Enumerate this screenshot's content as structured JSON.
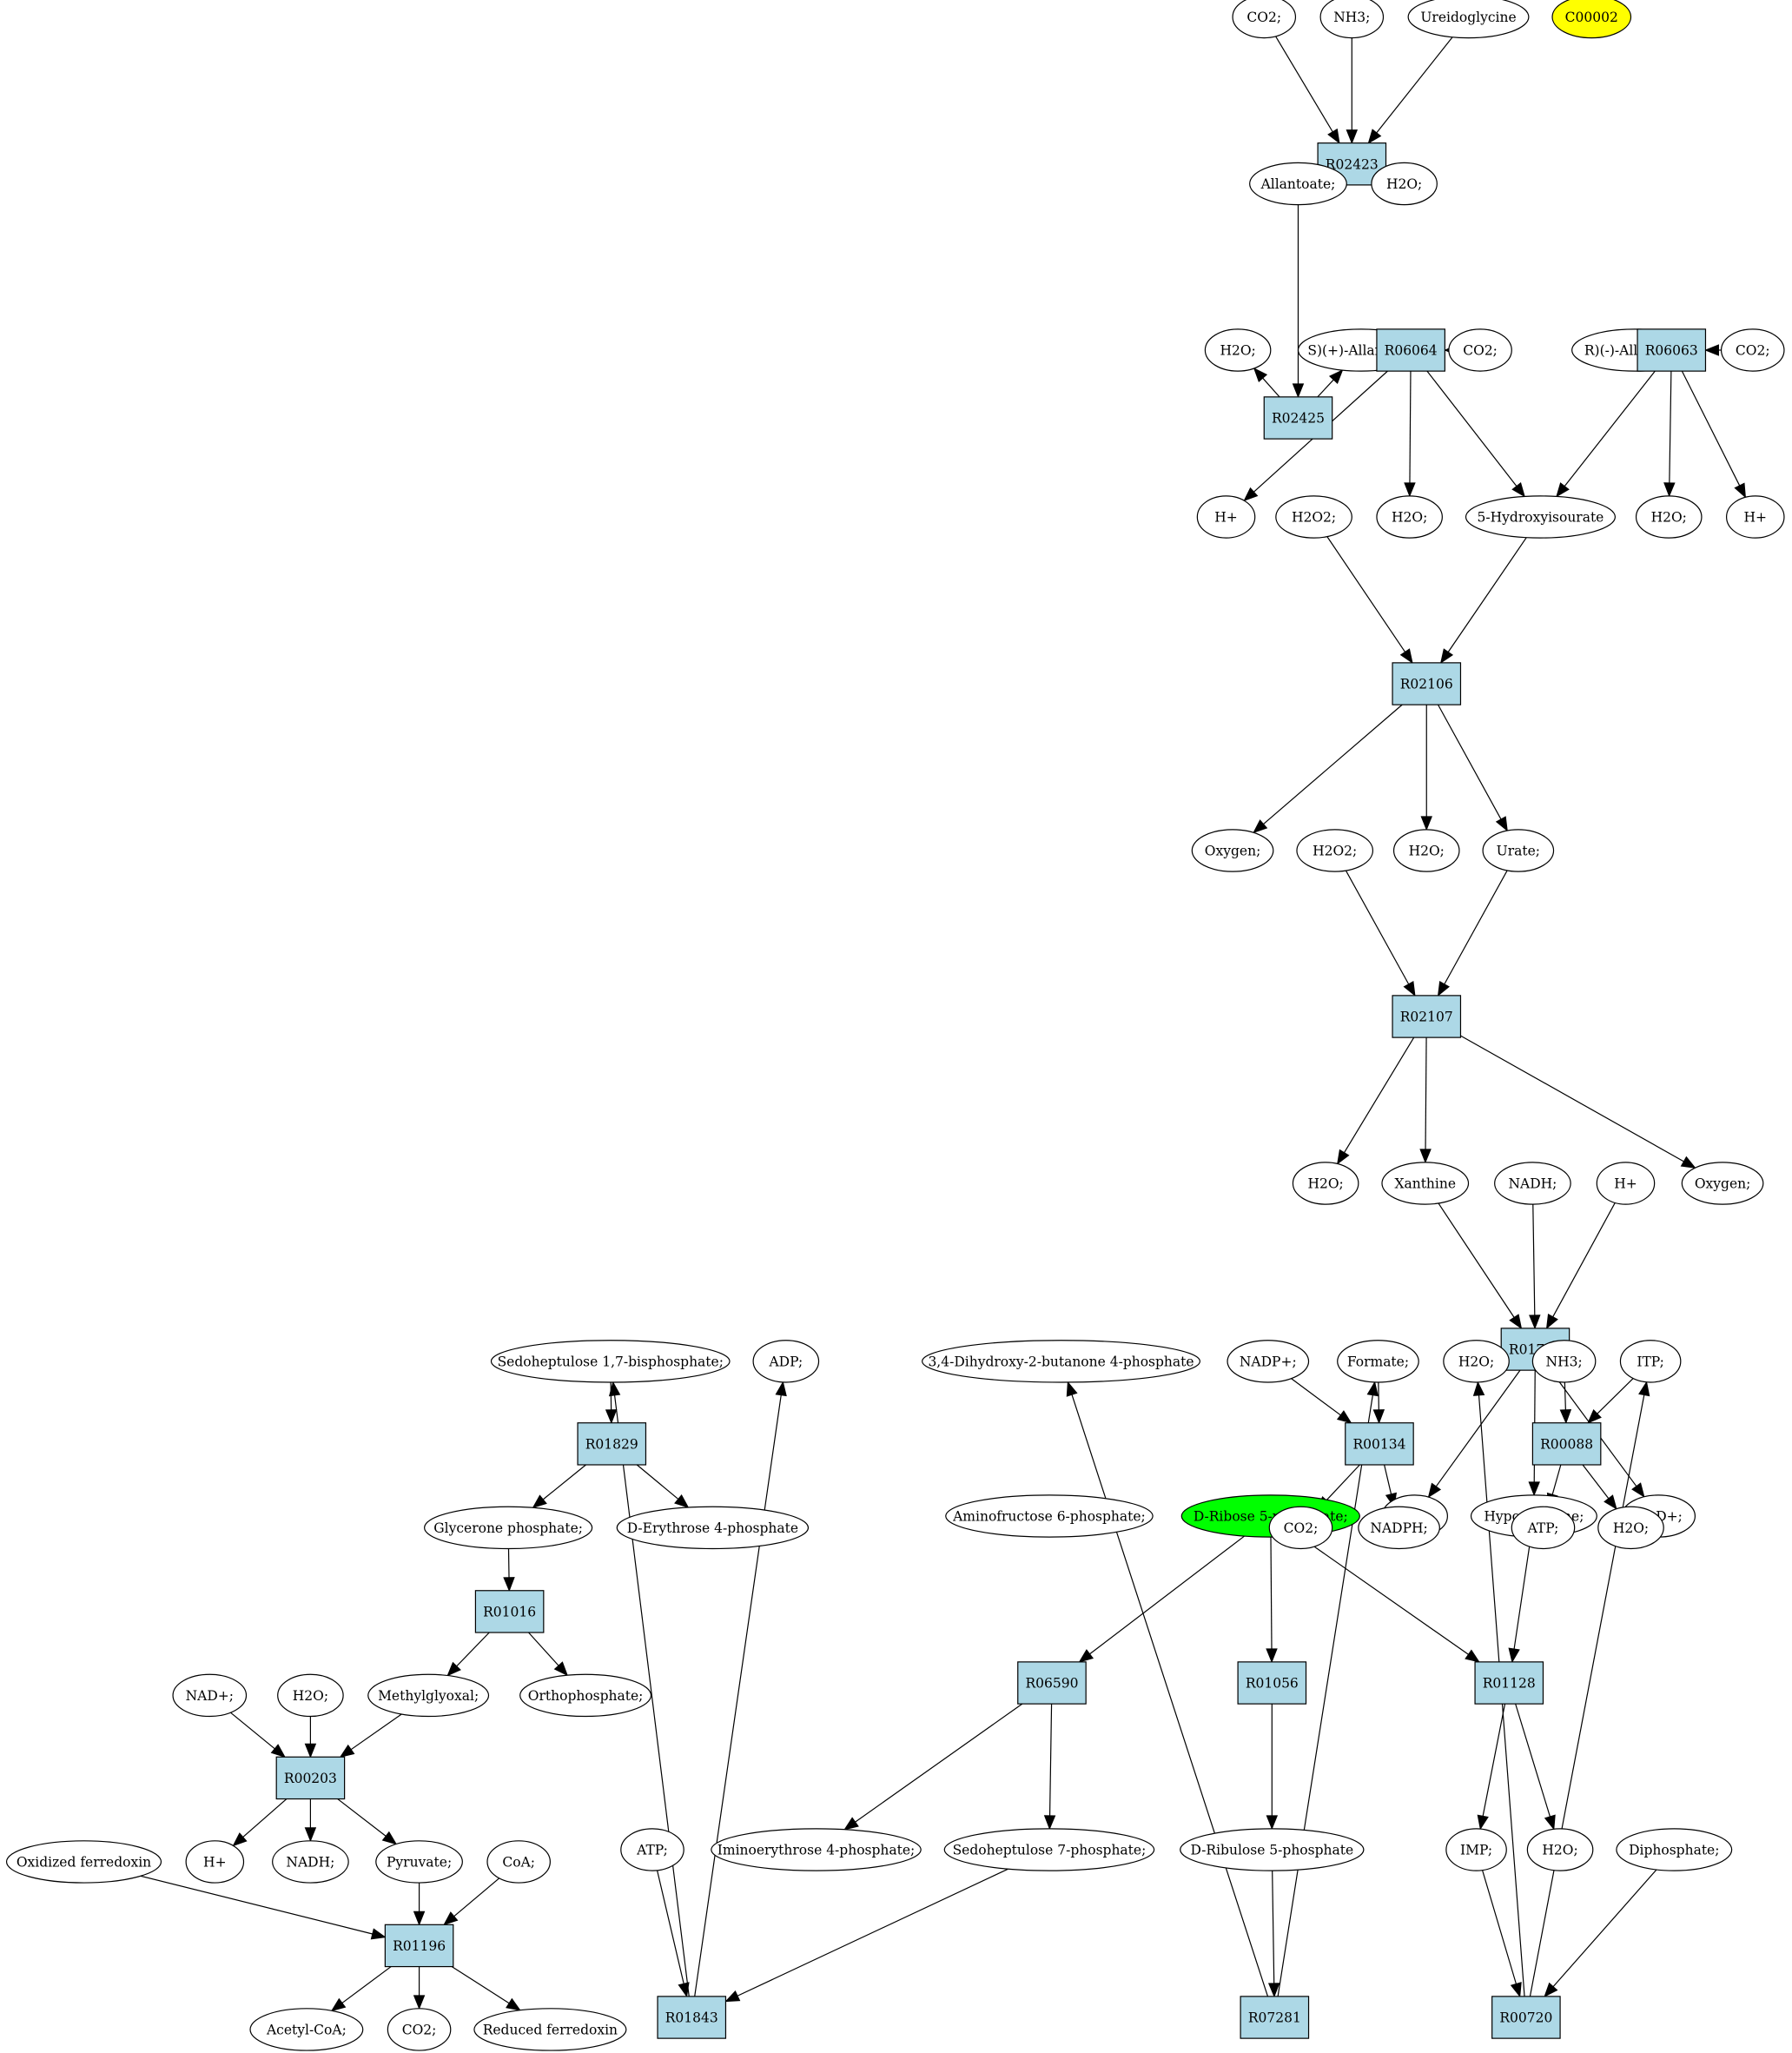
{
  "colors": {
    "reaction_fill": "#add8e6",
    "compound_fill": "#ffffff",
    "source_highlight": "#00ff00",
    "query_highlight": "#ffff00",
    "stroke": "#000000"
  },
  "nodes": [
    {
      "id": "co2_a",
      "label": "CO2;",
      "shape": "ellipse"
    },
    {
      "id": "nh3_a",
      "label": "NH3;",
      "shape": "ellipse"
    },
    {
      "id": "ureidoglycine",
      "label": "Ureidoglycine",
      "shape": "ellipse"
    },
    {
      "id": "c00002",
      "label": "C00002",
      "shape": "ellipse",
      "fill": "#ffff00"
    },
    {
      "id": "r02423",
      "label": "R02423",
      "shape": "box"
    },
    {
      "id": "allantoate",
      "label": "Allantoate;",
      "shape": "ellipse"
    },
    {
      "id": "h2o_a",
      "label": "H2O;",
      "shape": "ellipse"
    },
    {
      "id": "r02425",
      "label": "R02425",
      "shape": "box"
    },
    {
      "id": "h2o_b",
      "label": "H2O;",
      "shape": "ellipse"
    },
    {
      "id": "s_allantoin",
      "label": "S)(+)-Allantoin;",
      "shape": "ellipse"
    },
    {
      "id": "co2_b",
      "label": "CO2;",
      "shape": "ellipse"
    },
    {
      "id": "r_allantoin",
      "label": "R)(-)-Allantoin;",
      "shape": "ellipse"
    },
    {
      "id": "co2_c",
      "label": "CO2;",
      "shape": "ellipse"
    },
    {
      "id": "r06064",
      "label": "R06064",
      "shape": "box"
    },
    {
      "id": "r06063",
      "label": "R06063",
      "shape": "box"
    },
    {
      "id": "hplus_a",
      "label": "H+",
      "shape": "ellipse"
    },
    {
      "id": "h2o2_a",
      "label": "H2O2;",
      "shape": "ellipse"
    },
    {
      "id": "h2o_c",
      "label": "H2O;",
      "shape": "ellipse"
    },
    {
      "id": "hydroxyisourate",
      "label": "5-Hydroxyisourate",
      "shape": "ellipse"
    },
    {
      "id": "h2o_d",
      "label": "H2O;",
      "shape": "ellipse"
    },
    {
      "id": "hplus_b",
      "label": "H+",
      "shape": "ellipse"
    },
    {
      "id": "r02106",
      "label": "R02106",
      "shape": "box"
    },
    {
      "id": "oxygen_a",
      "label": "Oxygen;",
      "shape": "ellipse"
    },
    {
      "id": "h2o2_b",
      "label": "H2O2;",
      "shape": "ellipse"
    },
    {
      "id": "h2o_e",
      "label": "H2O;",
      "shape": "ellipse"
    },
    {
      "id": "urate",
      "label": "Urate;",
      "shape": "ellipse"
    },
    {
      "id": "r02107",
      "label": "R02107",
      "shape": "box"
    },
    {
      "id": "h2o_f",
      "label": "H2O;",
      "shape": "ellipse"
    },
    {
      "id": "xanthine",
      "label": "Xanthine",
      "shape": "ellipse"
    },
    {
      "id": "nadh_a",
      "label": "NADH;",
      "shape": "ellipse"
    },
    {
      "id": "hplus_c",
      "label": "H+",
      "shape": "ellipse"
    },
    {
      "id": "oxygen_b",
      "label": "Oxygen;",
      "shape": "ellipse"
    },
    {
      "id": "r01768",
      "label": "R01768",
      "shape": "box"
    },
    {
      "id": "h2o_g",
      "label": "H2O;",
      "shape": "ellipse"
    },
    {
      "id": "hypoxanthine",
      "label": "Hypoxanthine;",
      "shape": "ellipse"
    },
    {
      "id": "nadplus_a",
      "label": "NAD+;",
      "shape": "ellipse"
    },
    {
      "id": "aminofructose",
      "label": "Aminofructose 6-phosphate;",
      "shape": "ellipse"
    },
    {
      "id": "ribose5p",
      "label": "D-Ribose 5-phosphate;",
      "shape": "ellipse",
      "fill": "#00ff00"
    },
    {
      "id": "r06590",
      "label": "R06590",
      "shape": "box"
    },
    {
      "id": "r01056",
      "label": "R01056",
      "shape": "box"
    },
    {
      "id": "r01128",
      "label": "R01128",
      "shape": "box"
    },
    {
      "id": "atp_a",
      "label": "ATP;",
      "shape": "ellipse"
    },
    {
      "id": "iminoerythrose",
      "label": "Iminoerythrose 4-phosphate;",
      "shape": "ellipse"
    },
    {
      "id": "sedoheptulose7p",
      "label": "Sedoheptulose 7-phosphate;",
      "shape": "ellipse"
    },
    {
      "id": "ribulose5p",
      "label": "D-Ribulose 5-phosphate",
      "shape": "ellipse"
    },
    {
      "id": "imp",
      "label": "IMP;",
      "shape": "ellipse"
    },
    {
      "id": "h2o_h",
      "label": "H2O;",
      "shape": "ellipse"
    },
    {
      "id": "diphosphate",
      "label": "Diphosphate;",
      "shape": "ellipse"
    },
    {
      "id": "r01843",
      "label": "R01843",
      "shape": "box"
    },
    {
      "id": "r07281",
      "label": "R07281",
      "shape": "box"
    },
    {
      "id": "r00720",
      "label": "R00720",
      "shape": "box"
    },
    {
      "id": "sedoheptulose17bp",
      "label": "Sedoheptulose 1,7-bisphosphate;",
      "shape": "ellipse"
    },
    {
      "id": "adp",
      "label": "ADP;",
      "shape": "ellipse"
    },
    {
      "id": "dihydroxybutanone",
      "label": "3,4-Dihydroxy-2-butanone 4-phosphate",
      "shape": "ellipse"
    },
    {
      "id": "nadpplus",
      "label": "NADP+;",
      "shape": "ellipse"
    },
    {
      "id": "formate",
      "label": "Formate;",
      "shape": "ellipse"
    },
    {
      "id": "h2o_i",
      "label": "H2O;",
      "shape": "ellipse"
    },
    {
      "id": "nh3_b",
      "label": "NH3;",
      "shape": "ellipse"
    },
    {
      "id": "itp",
      "label": "ITP;",
      "shape": "ellipse"
    },
    {
      "id": "r01829",
      "label": "R01829",
      "shape": "box"
    },
    {
      "id": "r00134",
      "label": "R00134",
      "shape": "box"
    },
    {
      "id": "r00088",
      "label": "R00088",
      "shape": "box"
    },
    {
      "id": "glycerone",
      "label": "Glycerone phosphate;",
      "shape": "ellipse"
    },
    {
      "id": "erythrose4p",
      "label": "D-Erythrose 4-phosphate",
      "shape": "ellipse"
    },
    {
      "id": "co2_d",
      "label": "CO2;",
      "shape": "ellipse"
    },
    {
      "id": "nadph",
      "label": "NADPH;",
      "shape": "ellipse"
    },
    {
      "id": "atp_b",
      "label": "ATP;",
      "shape": "ellipse"
    },
    {
      "id": "h2o_j",
      "label": "H2O;",
      "shape": "ellipse"
    },
    {
      "id": "r01016",
      "label": "R01016",
      "shape": "box"
    },
    {
      "id": "nadplus_b",
      "label": "NAD+;",
      "shape": "ellipse"
    },
    {
      "id": "h2o_k",
      "label": "H2O;",
      "shape": "ellipse"
    },
    {
      "id": "methylglyoxal",
      "label": "Methylglyoxal;",
      "shape": "ellipse"
    },
    {
      "id": "orthophosphate",
      "label": "Orthophosphate;",
      "shape": "ellipse"
    },
    {
      "id": "r00203",
      "label": "R00203",
      "shape": "box"
    },
    {
      "id": "oxferredoxin",
      "label": "Oxidized ferredoxin",
      "shape": "ellipse"
    },
    {
      "id": "hplus_d",
      "label": "H+",
      "shape": "ellipse"
    },
    {
      "id": "nadh_b",
      "label": "NADH;",
      "shape": "ellipse"
    },
    {
      "id": "pyruvate",
      "label": "Pyruvate;",
      "shape": "ellipse"
    },
    {
      "id": "coa",
      "label": "CoA;",
      "shape": "ellipse"
    },
    {
      "id": "r01196",
      "label": "R01196",
      "shape": "box"
    },
    {
      "id": "acetylcoa",
      "label": "Acetyl-CoA;",
      "shape": "ellipse"
    },
    {
      "id": "co2_e",
      "label": "CO2;",
      "shape": "ellipse"
    },
    {
      "id": "redferredoxin",
      "label": "Reduced ferredoxin",
      "shape": "ellipse"
    }
  ],
  "edges": [
    [
      "co2_a",
      "r02423"
    ],
    [
      "nh3_a",
      "r02423"
    ],
    [
      "ureidoglycine",
      "r02423"
    ],
    [
      "r02423",
      "allantoate"
    ],
    [
      "r02423",
      "h2o_a"
    ],
    [
      "allantoate",
      "r02425"
    ],
    [
      "r02425",
      "h2o_b"
    ],
    [
      "r02425",
      "s_allantoin"
    ],
    [
      "s_allantoin",
      "r06064"
    ],
    [
      "co2_b",
      "r06064"
    ],
    [
      "r_allantoin",
      "r06063"
    ],
    [
      "co2_c",
      "r06063"
    ],
    [
      "r06064",
      "hplus_a"
    ],
    [
      "r06064",
      "h2o_c"
    ],
    [
      "r06064",
      "hydroxyisourate"
    ],
    [
      "r06063",
      "hydroxyisourate"
    ],
    [
      "r06063",
      "h2o_d"
    ],
    [
      "r06063",
      "hplus_b"
    ],
    [
      "h2o2_a",
      "r02106"
    ],
    [
      "hydroxyisourate",
      "r02106"
    ],
    [
      "r02106",
      "oxygen_a"
    ],
    [
      "r02106",
      "h2o_e"
    ],
    [
      "r02106",
      "urate"
    ],
    [
      "h2o2_b",
      "r02107"
    ],
    [
      "urate",
      "r02107"
    ],
    [
      "r02107",
      "h2o_f"
    ],
    [
      "r02107",
      "xanthine"
    ],
    [
      "r02107",
      "oxygen_b"
    ],
    [
      "xanthine",
      "r01768"
    ],
    [
      "nadh_a",
      "r01768"
    ],
    [
      "hplus_c",
      "r01768"
    ],
    [
      "r01768",
      "h2o_g"
    ],
    [
      "r01768",
      "hypoxanthine"
    ],
    [
      "r01768",
      "nadplus_a"
    ],
    [
      "ribose5p",
      "r06590"
    ],
    [
      "ribose5p",
      "r01056"
    ],
    [
      "ribose5p",
      "r01128"
    ],
    [
      "hypoxanthine",
      "r01128"
    ],
    [
      "r06590",
      "iminoerythrose"
    ],
    [
      "r06590",
      "sedoheptulose7p"
    ],
    [
      "r01056",
      "ribulose5p"
    ],
    [
      "r01128",
      "imp"
    ],
    [
      "r01128",
      "h2o_h"
    ],
    [
      "atp_a",
      "r01843"
    ],
    [
      "sedoheptulose7p",
      "r01843"
    ],
    [
      "ribulose5p",
      "r07281"
    ],
    [
      "imp",
      "r00720"
    ],
    [
      "diphosphate",
      "r00720"
    ],
    [
      "r01843",
      "sedoheptulose17bp"
    ],
    [
      "r01843",
      "adp"
    ],
    [
      "r07281",
      "dihydroxybutanone"
    ],
    [
      "r07281",
      "formate"
    ],
    [
      "r00720",
      "h2o_i"
    ],
    [
      "r00720",
      "itp"
    ],
    [
      "sedoheptulose17bp",
      "r01829"
    ],
    [
      "nadpplus",
      "r00134"
    ],
    [
      "formate",
      "r00134"
    ],
    [
      "nh3_b",
      "r00088"
    ],
    [
      "itp",
      "r00088"
    ],
    [
      "r01829",
      "glycerone"
    ],
    [
      "r01829",
      "erythrose4p"
    ],
    [
      "r00134",
      "co2_d"
    ],
    [
      "r00134",
      "nadph"
    ],
    [
      "r00088",
      "atp_b"
    ],
    [
      "r00088",
      "h2o_j"
    ],
    [
      "glycerone",
      "r01016"
    ],
    [
      "r01016",
      "methylglyoxal"
    ],
    [
      "r01016",
      "orthophosphate"
    ],
    [
      "nadplus_b",
      "r00203"
    ],
    [
      "h2o_k",
      "r00203"
    ],
    [
      "methylglyoxal",
      "r00203"
    ],
    [
      "r00203",
      "hplus_d"
    ],
    [
      "r00203",
      "nadh_b"
    ],
    [
      "r00203",
      "pyruvate"
    ],
    [
      "oxferredoxin",
      "r01196"
    ],
    [
      "pyruvate",
      "r01196"
    ],
    [
      "coa",
      "r01196"
    ],
    [
      "r01196",
      "acetylcoa"
    ],
    [
      "r01196",
      "co2_e"
    ],
    [
      "r01196",
      "redferredoxin"
    ]
  ]
}
